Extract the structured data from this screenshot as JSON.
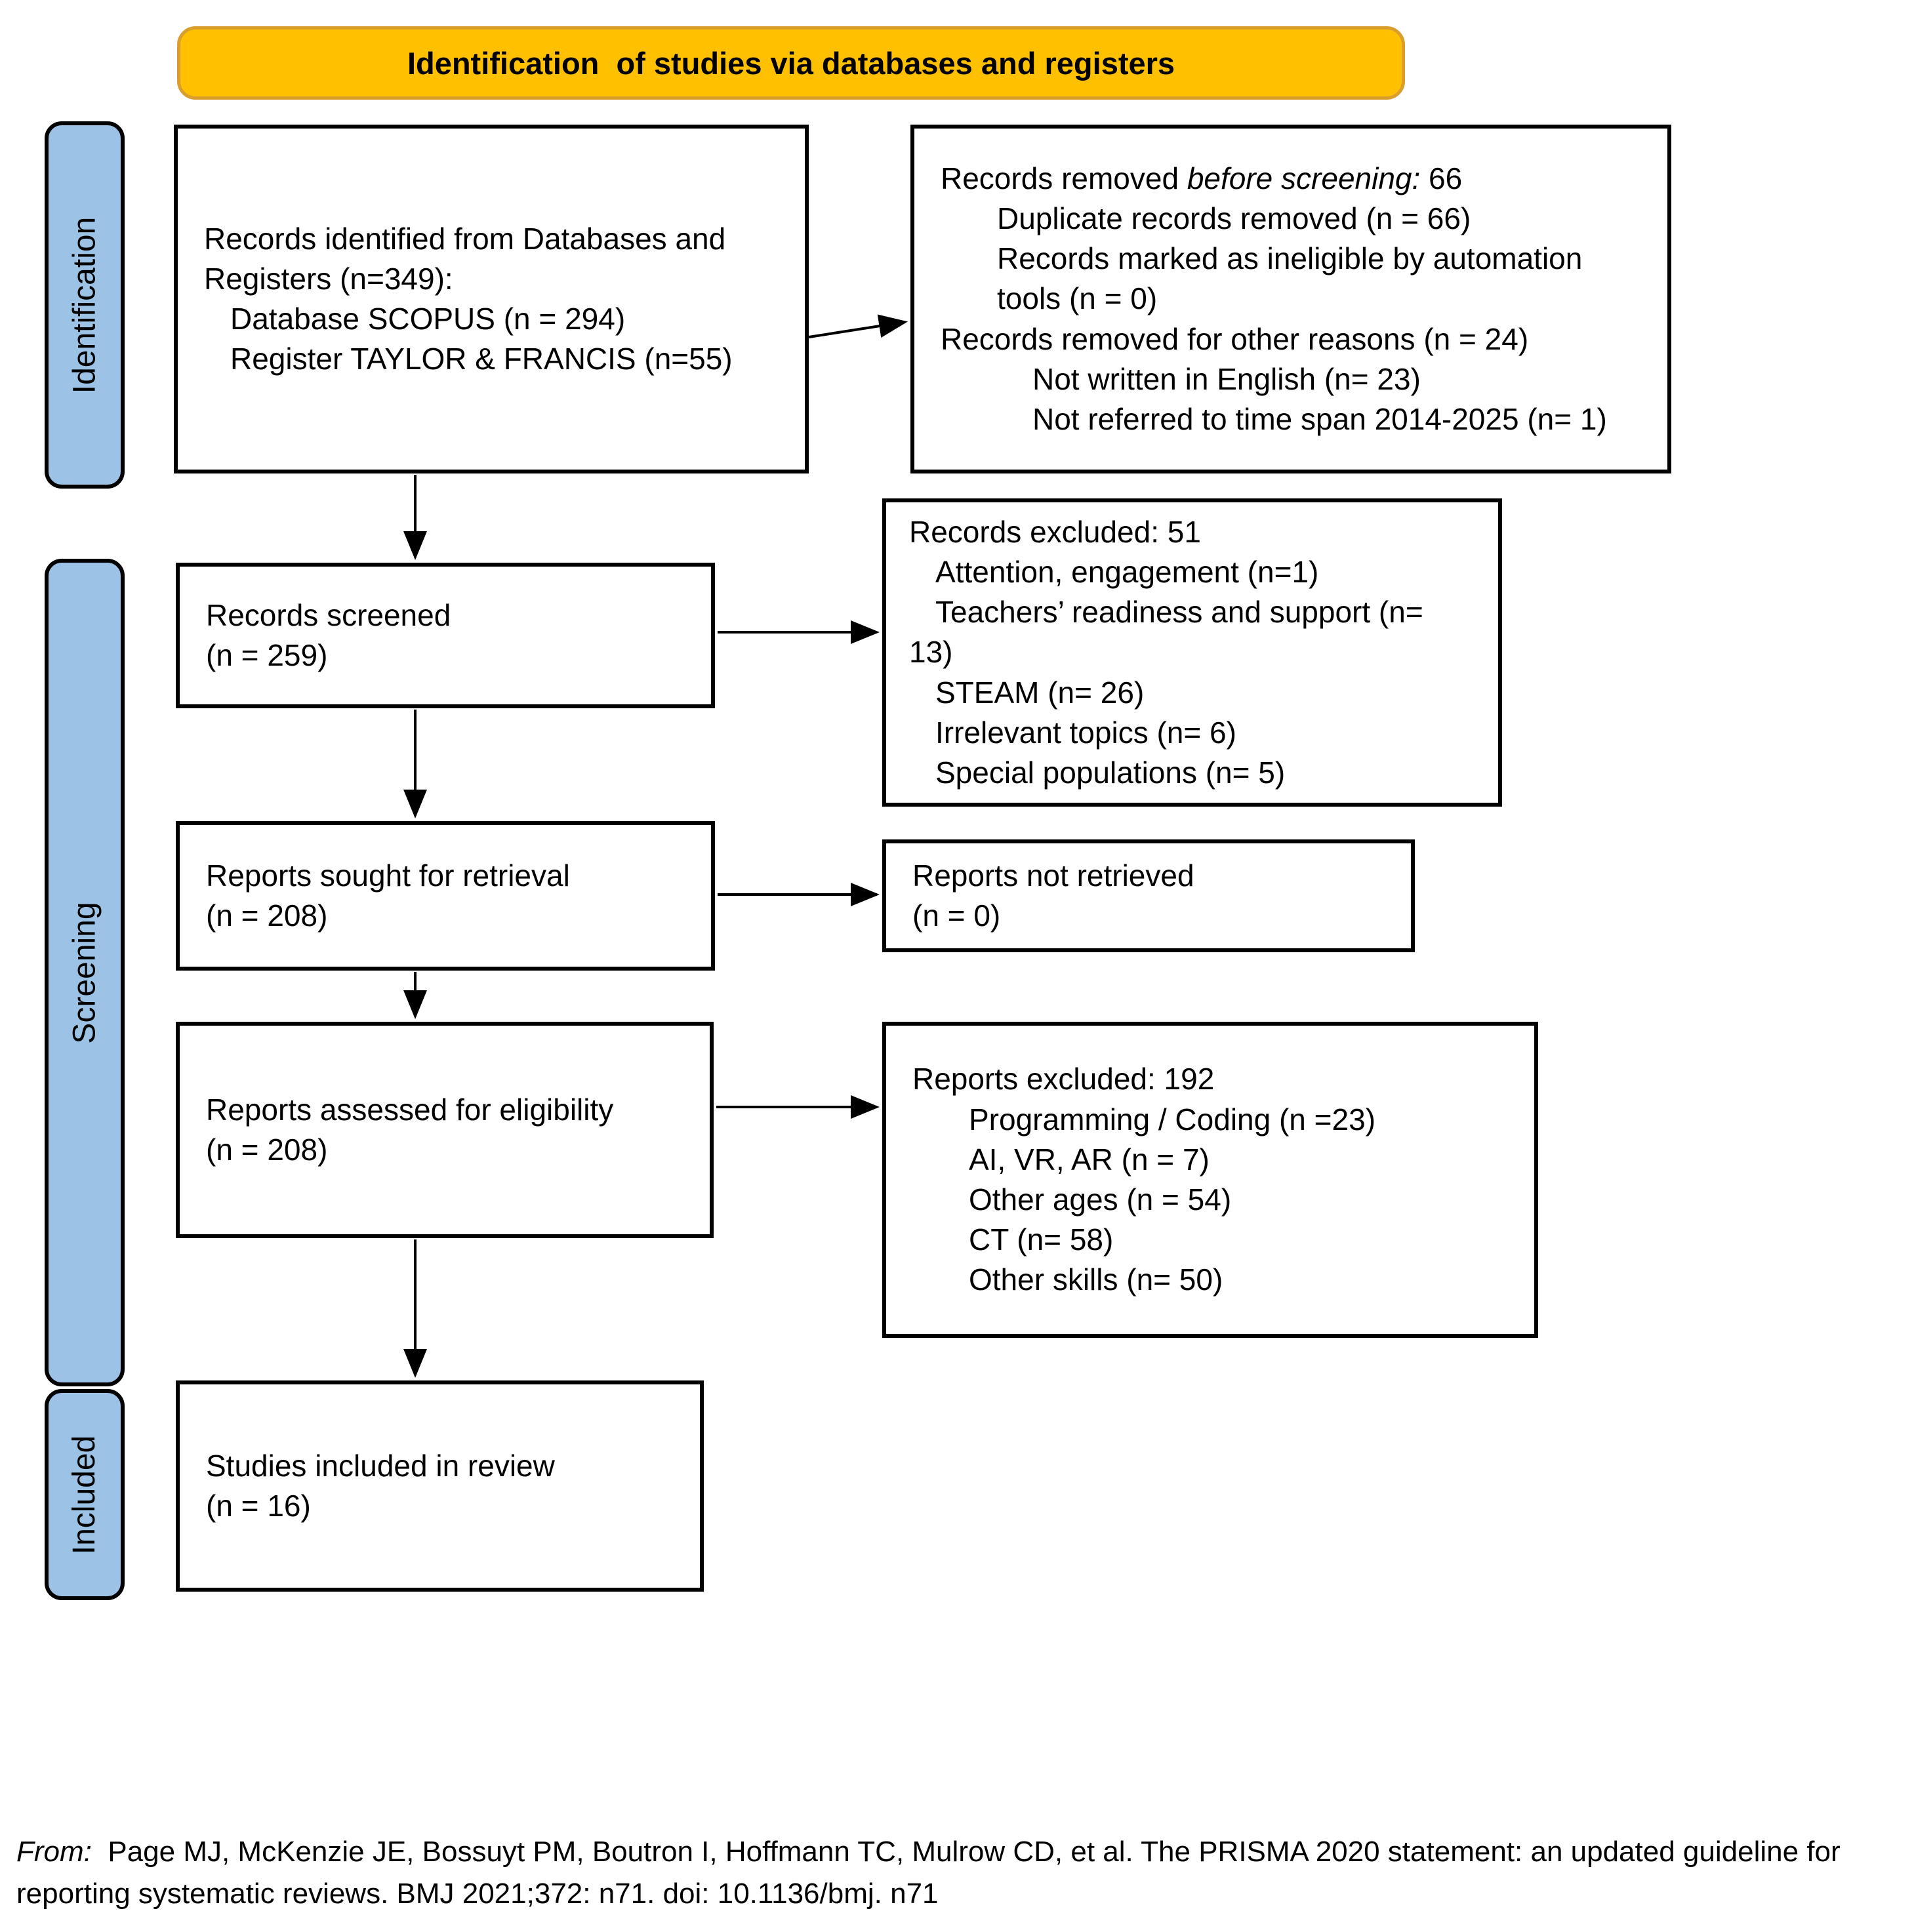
{
  "banner": {
    "title": "Identification  of studies via databases and registers",
    "fill": "#FFC000",
    "border": "#D99E2B"
  },
  "stage_labels": {
    "identification": "Identification",
    "screening": "Screening",
    "included": "Included",
    "fill": "#9CC3E5"
  },
  "boxes": {
    "identified": {
      "lines": [
        "Records identified from Databases and",
        "Registers (n=349):",
        "Database SCOPUS (n = 294)",
        "Register TAYLOR & FRANCIS (n=55)"
      ]
    },
    "removed": {
      "line1_normal": "Records removed ",
      "line1_italic": "before screening:",
      "line1_suffix": " 66",
      "lines": [
        "Duplicate records removed (n = 66)",
        "Records marked as ineligible by automation",
        "tools (n = 0)",
        "Records removed for other reasons (n = 24)",
        "Not written in English (n= 23)",
        "Not referred to time span 2014-2025 (n= 1)"
      ]
    },
    "screened": {
      "lines": [
        "Records screened",
        "(n = 259)"
      ]
    },
    "records_excluded": {
      "lines": [
        "Records excluded: 51",
        "Attention, engagement (n=1)",
        "Teachers’ readiness and support (n=",
        "13)",
        "STEAM (n= 26)",
        "Irrelevant topics (n= 6)",
        "Special populations (n= 5)"
      ]
    },
    "sought": {
      "lines": [
        "Reports sought for retrieval",
        "(n = 208)"
      ]
    },
    "not_retrieved": {
      "lines": [
        "Reports not retrieved",
        "(n = 0)"
      ]
    },
    "assessed": {
      "lines": [
        "Reports assessed for eligibility",
        "(n = 208)"
      ]
    },
    "reports_excluded": {
      "lines": [
        "Reports excluded: 192",
        "Programming / Coding (n =23)",
        "AI, VR, AR (n = 7)",
        "Other ages (n = 54)",
        "CT (n= 58)",
        "Other skills (n= 50)"
      ]
    },
    "included": {
      "lines": [
        "Studies included in review",
        "(n = 16)"
      ]
    }
  },
  "footer": {
    "from_italic": "From:",
    "citation": "  Page MJ, McKenzie JE, Bossuyt PM, Boutron I, Hoffmann TC, Mulrow CD, et al. The PRISMA 2020 statement: an updated guideline for reporting systematic reviews. BMJ 2021;372: n71. doi: 10.1136/bmj. n71"
  }
}
